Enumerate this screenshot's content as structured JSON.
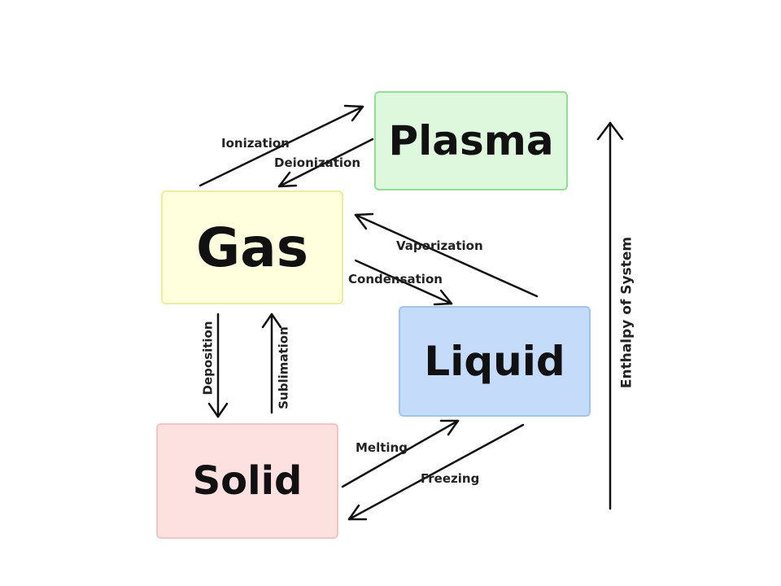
{
  "diagram": {
    "states": {
      "plasma": "Plasma",
      "gas": "Gas",
      "liquid": "Liquid",
      "solid": "Solid"
    },
    "transitions": {
      "ionization": "Ionization",
      "deionization": "Deionization",
      "vaporization": "Vaporization",
      "condensation": "Condensation",
      "melting": "Melting",
      "freezing": "Freezing",
      "deposition": "Deposition",
      "sublimation": "Sublimation"
    },
    "axis_label": "Enthalpy of System"
  }
}
